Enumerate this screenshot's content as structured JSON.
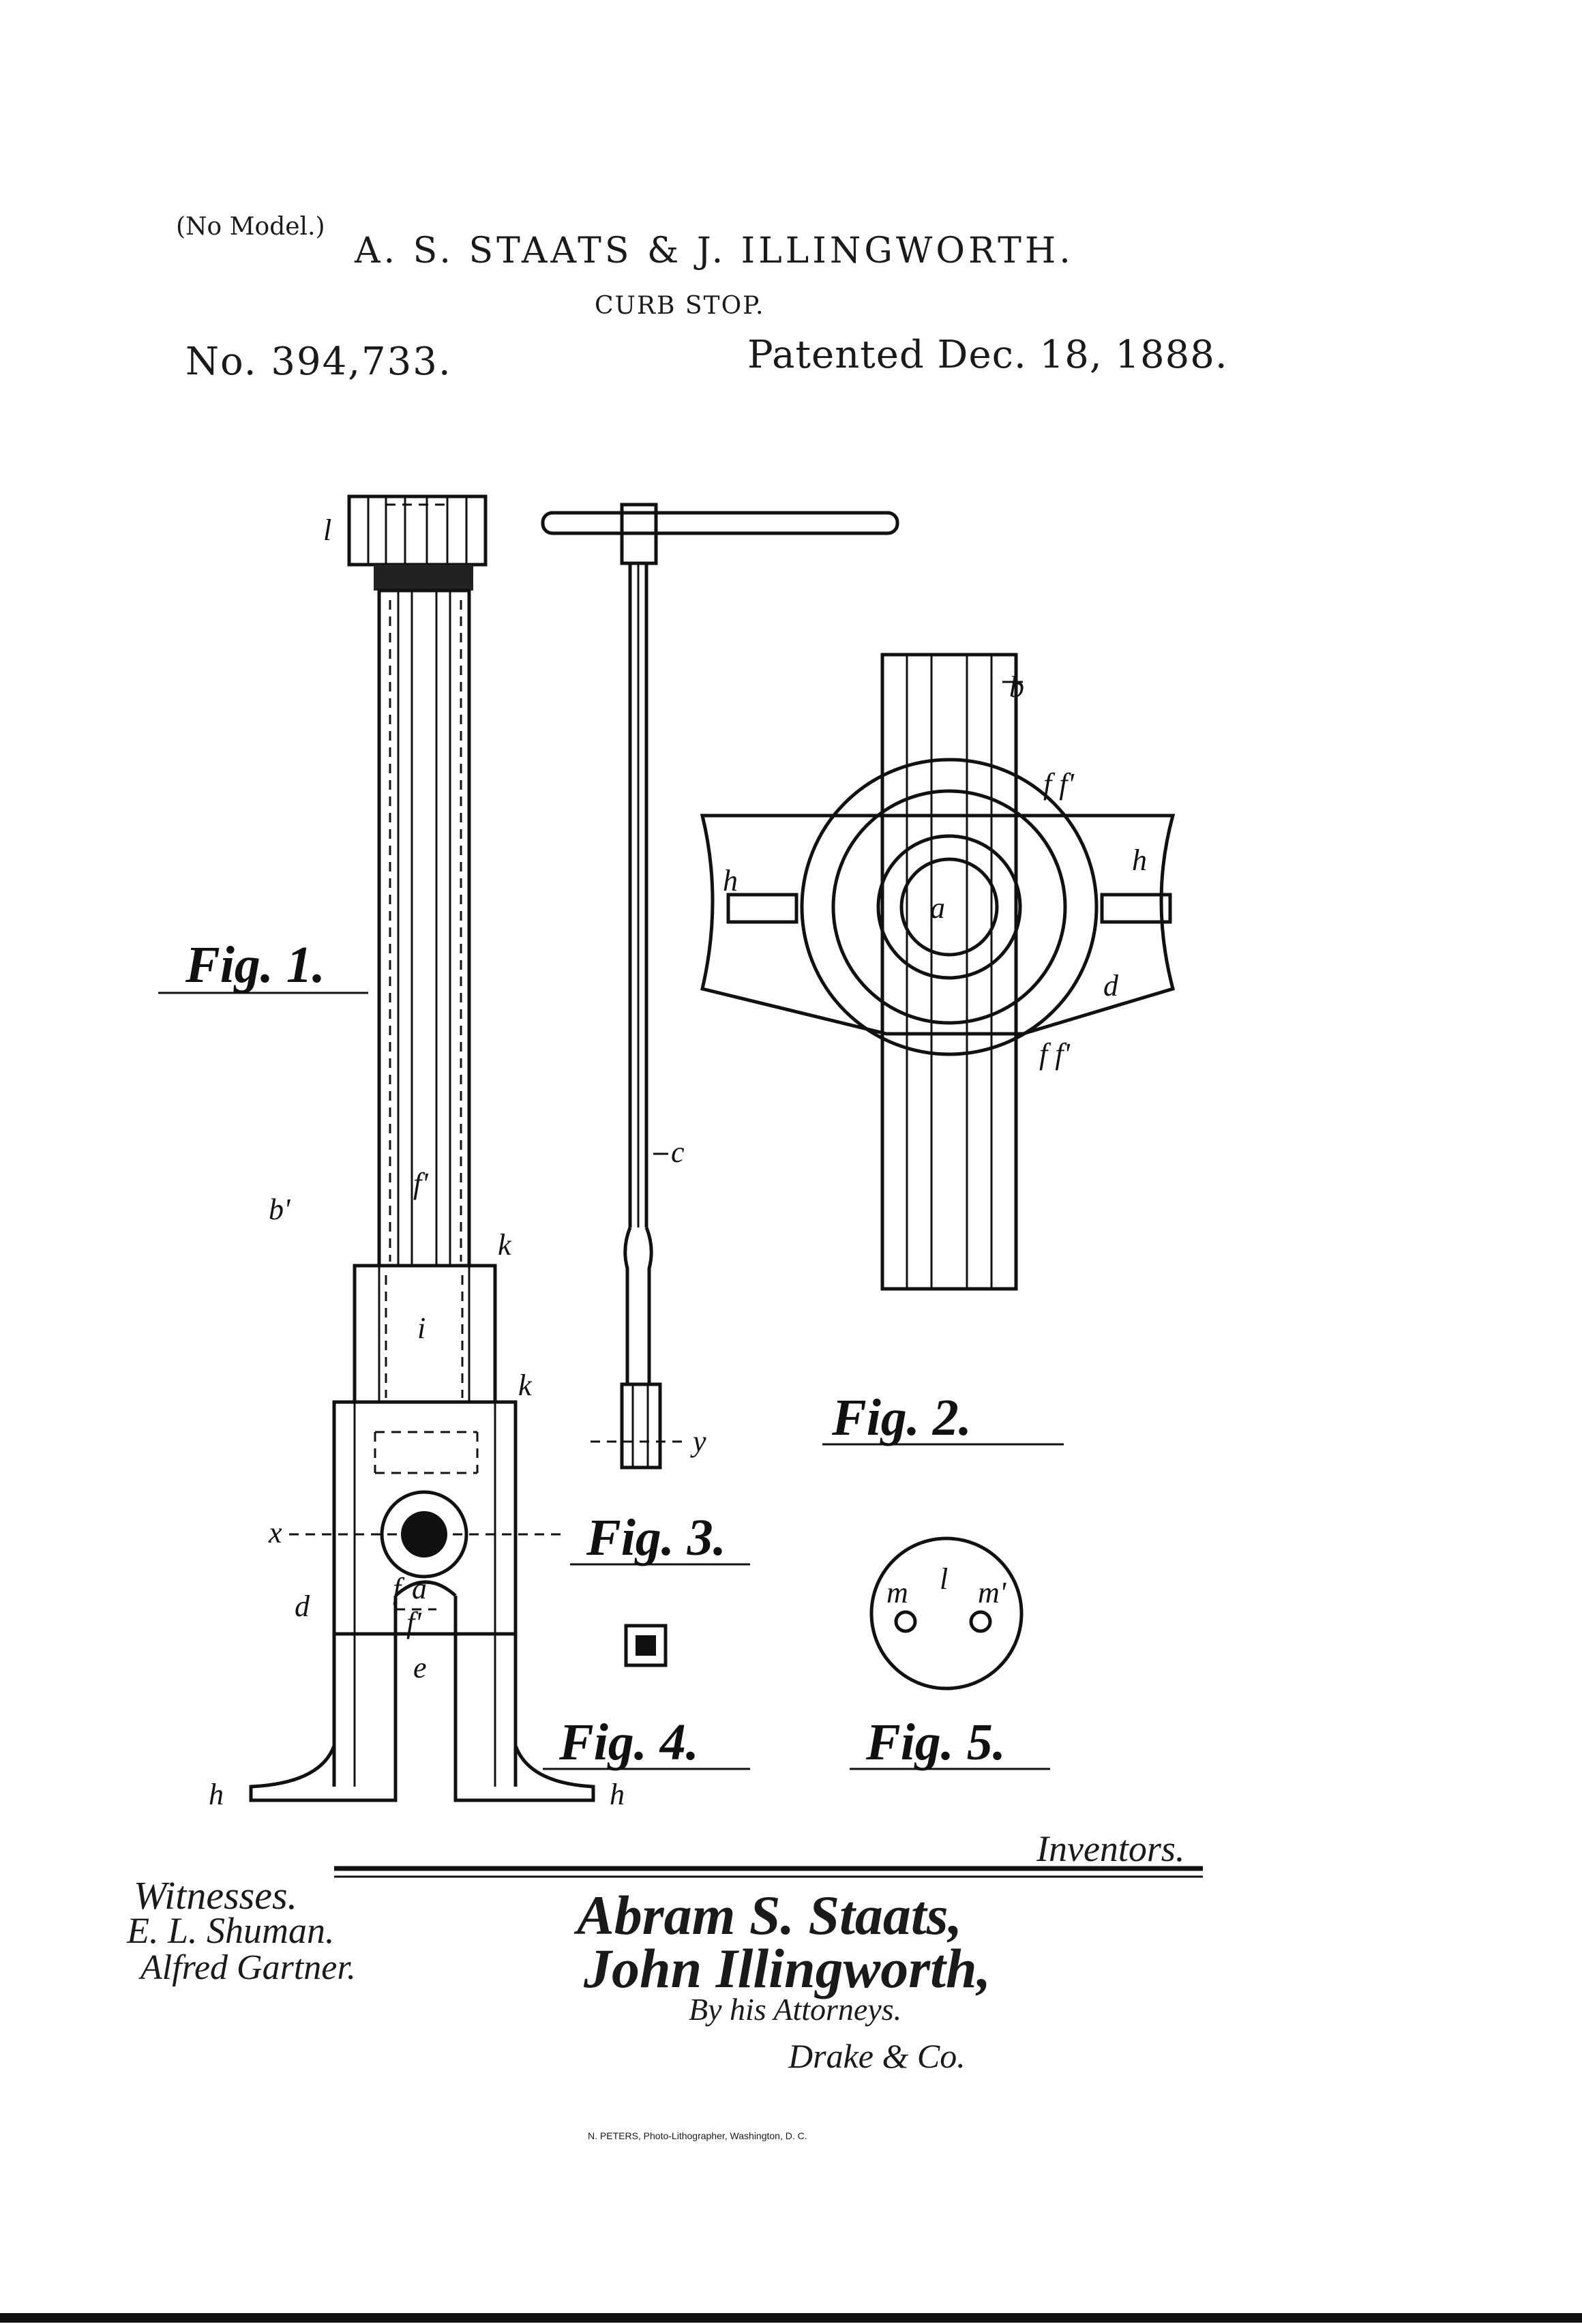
{
  "header": {
    "model_note": "(No Model.)",
    "inventors_line": "A. S. STAATS & J. ILLINGWORTH.",
    "subject": "CURB STOP.",
    "patent_number": "No. 394,733.",
    "patent_date": "Patented Dec. 18, 1888."
  },
  "figures": {
    "fig1": "Fig. 1.",
    "fig2": "Fig. 2.",
    "fig3": "Fig. 3.",
    "fig4": "Fig. 4.",
    "fig5": "Fig. 5."
  },
  "part_labels": {
    "l": "l",
    "b_prime": "b'",
    "f_prime": "f'",
    "k": "k",
    "i": "i",
    "x": "x",
    "d": "d",
    "f": "f",
    "a": "a",
    "e": "e",
    "h": "h",
    "c": "c",
    "y": "y",
    "m": "m",
    "m_prime": "m'",
    "b": "b",
    "f_f_prime": "f f'"
  },
  "signatures": {
    "inventors_label": "Inventors.",
    "witnesses_label": "Witnesses.",
    "witness_1": "E. L. Shuman.",
    "witness_2": "Alfred Gartner.",
    "inventor_1": "Abram S. Staats,",
    "inventor_2": "John Illingworth,",
    "by_attorneys": "By his Attorneys.",
    "attorney": "Drake & Co."
  },
  "footer": {
    "printer": "N. PETERS, Photo-Lithographer, Washington, D. C."
  }
}
